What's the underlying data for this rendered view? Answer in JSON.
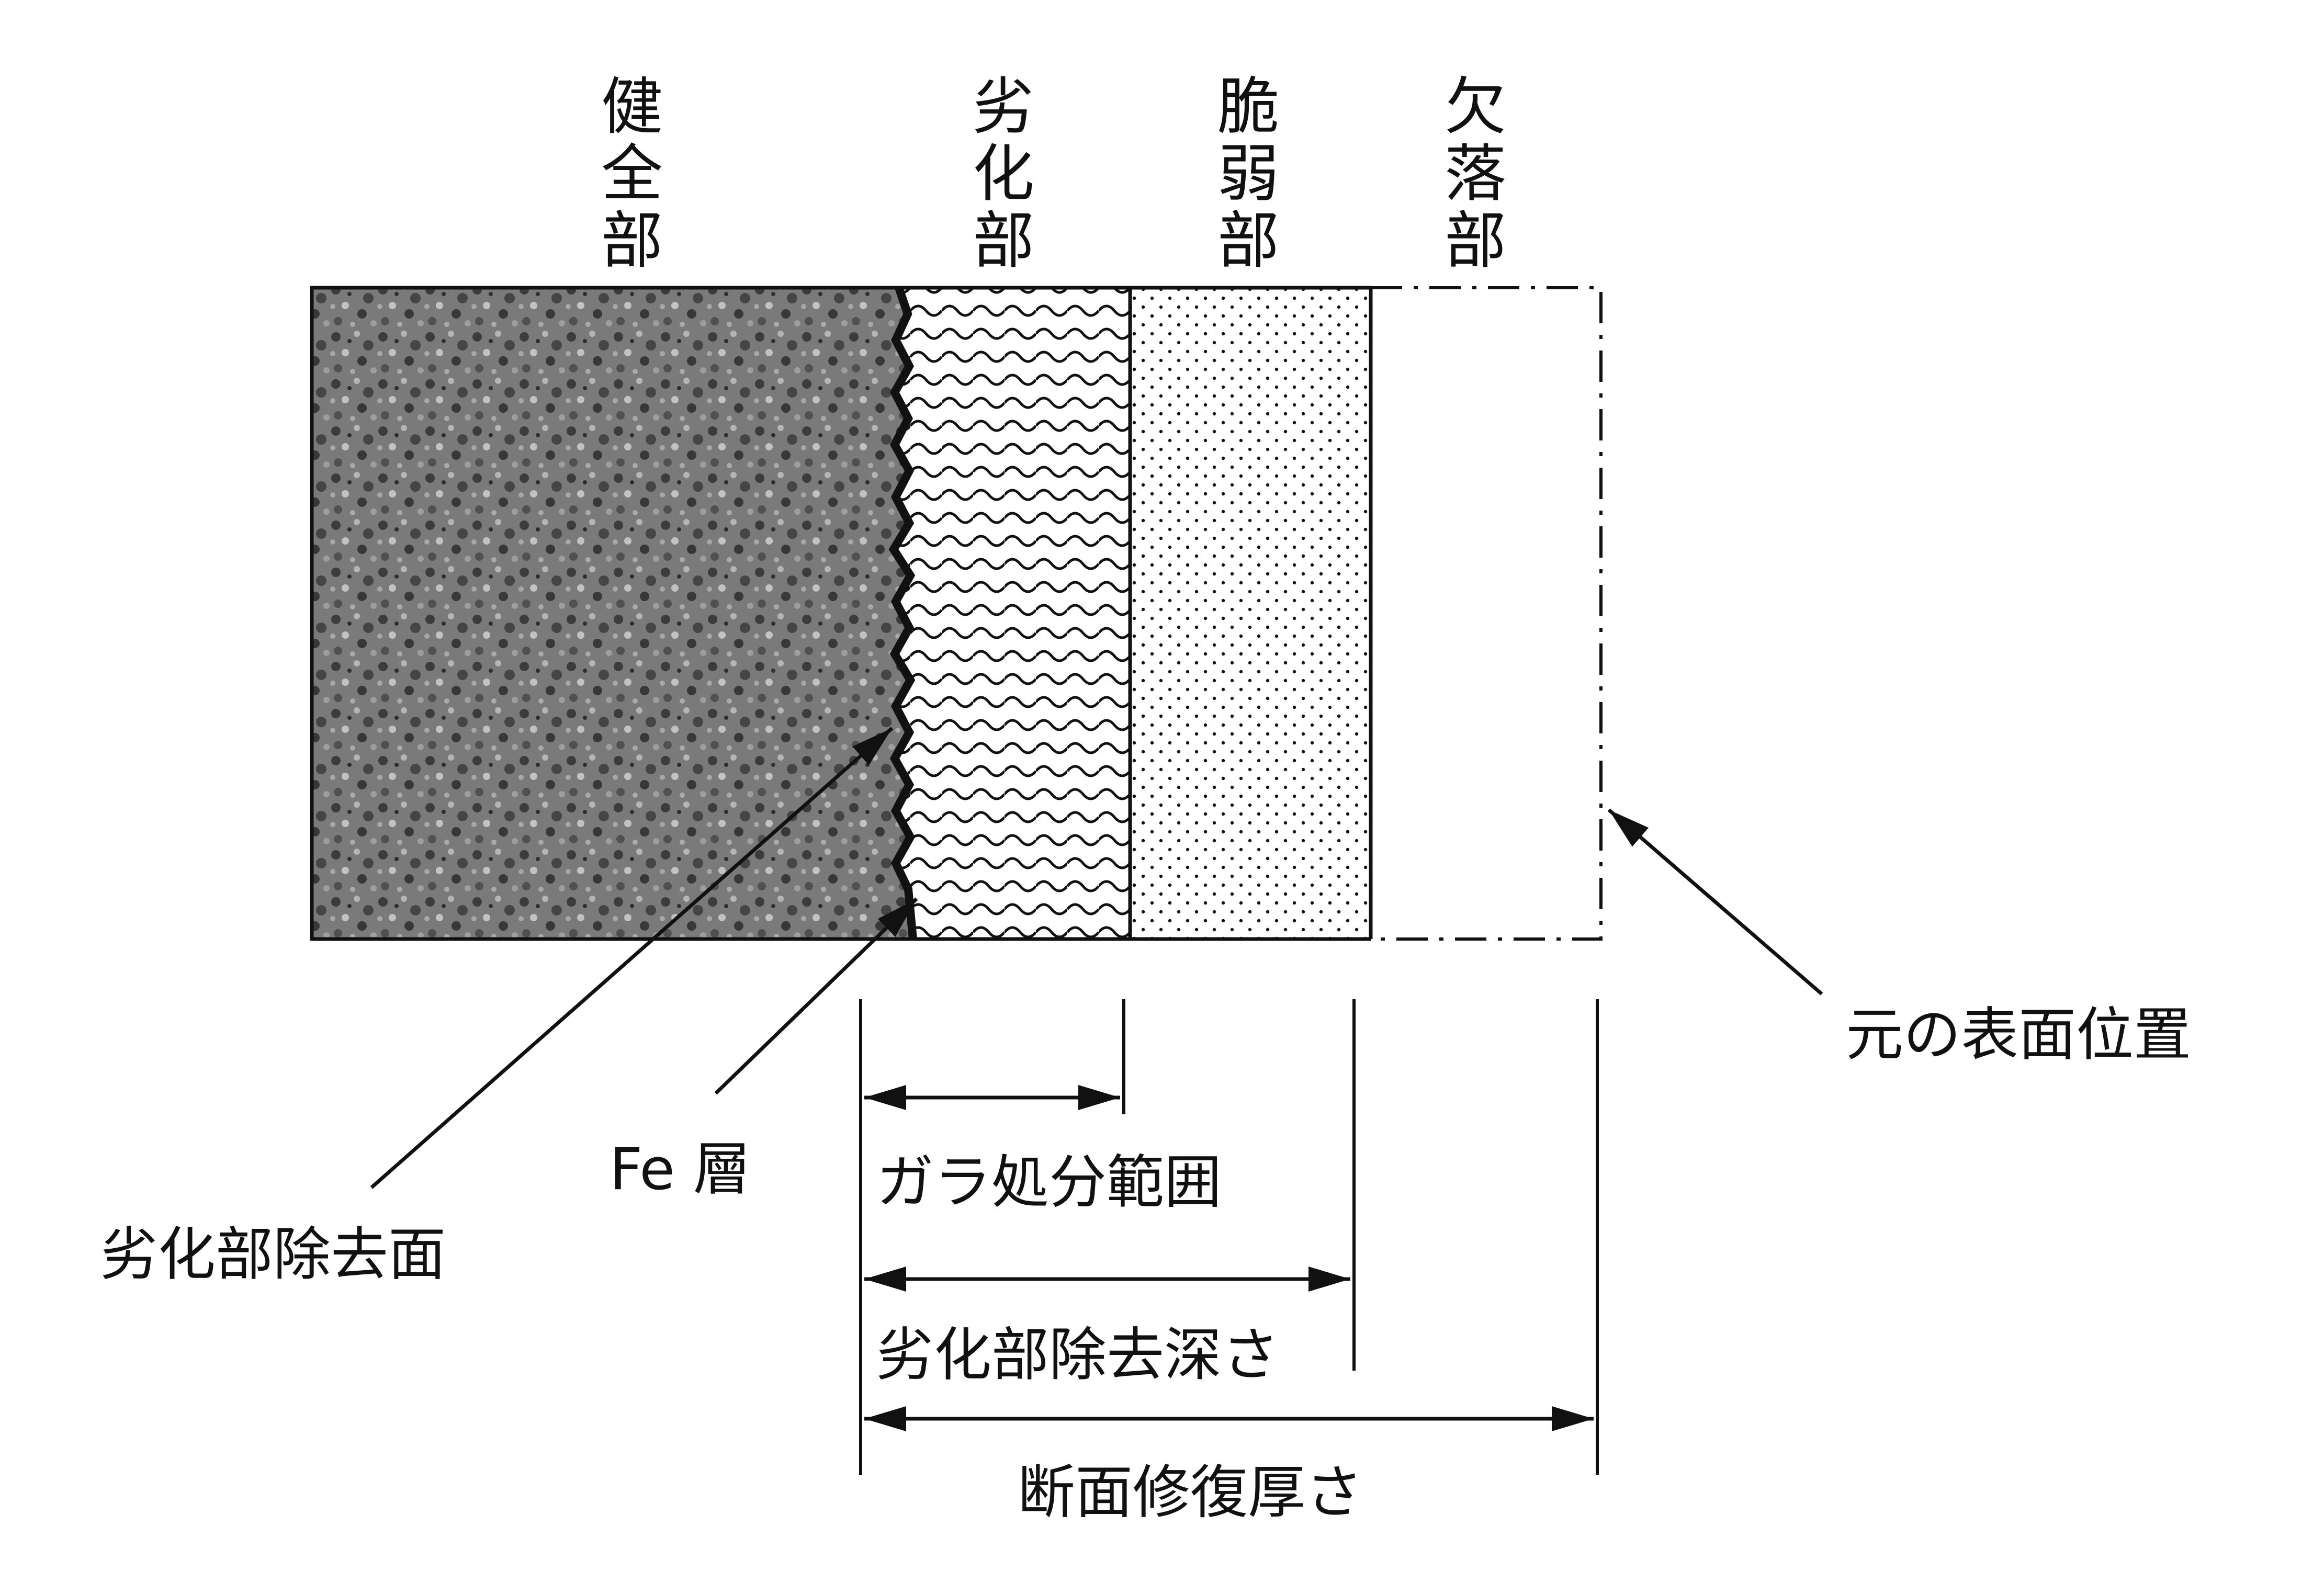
{
  "zones": {
    "healthy": "健\n全\n部",
    "deteriorated": "劣\n化\n部",
    "brittle": "脆\n弱\n部",
    "spalled": "欠\n落\n部"
  },
  "annotations": {
    "fe_layer": "Fe 層",
    "removal_surface": "劣化部除去面",
    "original_surface": "元の表面位置"
  },
  "dimensions": {
    "debris_range": "ガラ処分範囲",
    "removal_depth": "劣化部除去深さ",
    "repair_thickness": "断面修復厚さ"
  },
  "colors": {
    "ink": "#111111",
    "healthy_fill": "#777777"
  }
}
